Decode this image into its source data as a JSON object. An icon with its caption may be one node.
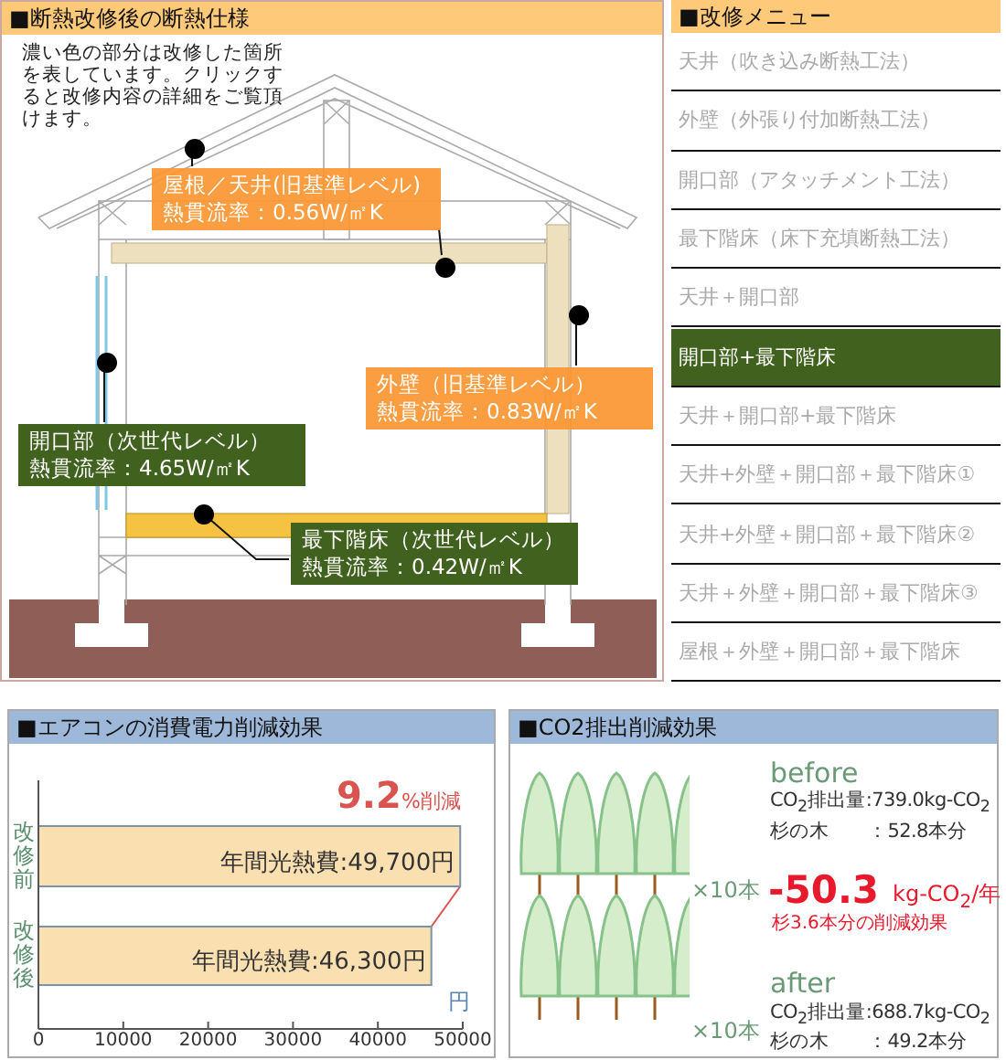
{
  "diagram": {
    "nodes": [
      {
        "text": [
          "■断熱改修後の断熱仕様",
          "濃い色の部分は改修した箇所を表しています。クリックすると改修内容の詳細をご覧頂けます。"
        ]
      },
      {
        "text": [
          "屋根／天井(旧基準レベル)",
          "熱貫流率：0.56W/㎡K"
        ],
        "in": 0
      },
      {
        "text": [
          "外壁（旧基準レベル）",
          "熱貫流率：0.83W/㎡K"
        ],
        "in": 0
      },
      {
        "text": [
          "開口部（次世代レベル）",
          "熱貫流率：4.65W/㎡K"
        ],
        "in": 0
      },
      {
        "text": [
          "最下階床（次世代レベル）",
          "熱貫流率：0.42W/㎡K"
        ],
        "in": 0
      },
      {
        "text": [],
        "shape": "circle",
        "in": 0
      },
      {
        "text": [],
        "shape": "circle",
        "in": 0
      },
      {
        "text": [],
        "shape": "circle",
        "in": 0
      },
      {
        "text": [],
        "shape": "circle",
        "in": 0
      },
      {
        "text": [],
        "shape": "circle",
        "in": 0
      },
      {
        "text": [
          "■改修メニュー"
        ]
      },
      {
        "text": [
          "天井（吹き込み断熱工法）"
        ],
        "in": 10
      },
      {
        "text": [
          "外壁（外張り付加断熱工法）"
        ],
        "in": 10
      },
      {
        "text": [
          "開口部（アタッチメント工法）"
        ],
        "in": 10
      },
      {
        "text": [
          "最下階床（床下充填断熱工法）"
        ],
        "in": 10
      },
      {
        "text": [
          "天井＋開口部"
        ],
        "in": 10
      },
      {
        "text": [
          "開口部+最下階床"
        ],
        "in": 10
      },
      {
        "text": [
          "天井＋開口部+最下階床"
        ],
        "in": 10
      },
      {
        "text": [
          "天井+外壁＋開口部＋最下階床①"
        ],
        "in": 10
      },
      {
        "text": [
          "天井+外壁＋開口部＋最下階床②"
        ],
        "in": 10
      },
      {
        "text": [
          "天井＋外壁＋開口部＋最下階床③"
        ],
        "in": 10
      },
      {
        "text": [
          "屋根＋外壁＋開口部＋最下階床"
        ],
        "in": 10
      },
      {
        "text": [
          "■エアコンの消費電力削減効果"
        ]
      },
      {
        "text": [
          "■CO2排出削減効果"
        ]
      }
    ],
    "edges": [
      {
        "from": 1,
        "to": 5,
        "arrow": "none"
      },
      {
        "from": 1,
        "to": 6,
        "arrow": "none"
      },
      {
        "from": 2,
        "to": 7,
        "arrow": "none"
      },
      {
        "from": 3,
        "to": 8,
        "arrow": "none"
      },
      {
        "from": 4,
        "to": 9,
        "arrow": "none"
      }
    ],
    "labels": [
      "before",
      "CO$_{2}$排出量:739.0kg-CO$_{2}$",
      "杉の木　　：52.8本分",
      "×10本",
      "-50.3",
      "kg-CO$_{2}$/年",
      "杉3.6本分の削減効果",
      "after",
      "CO$_{2}$排出量:688.7kg-CO$_{2}$",
      "×10本",
      "杉の木　　：49.2本分"
    ],
    "chart_data": {
      "type": "bar",
      "orientation": "horizontal",
      "xlabel": "円",
      "categories": [
        "改修前",
        "改修後"
      ],
      "values": [
        49700,
        46300
      ],
      "xlim": [
        0,
        50000
      ],
      "xticks": [
        0,
        10000,
        20000,
        30000,
        40000,
        50000
      ],
      "value_labels": [
        "年間光熱費:49,700円",
        "年間光熱費:46,300円"
      ],
      "annotations": [
        "9.2",
        "%削減"
      ]
    }
  }
}
